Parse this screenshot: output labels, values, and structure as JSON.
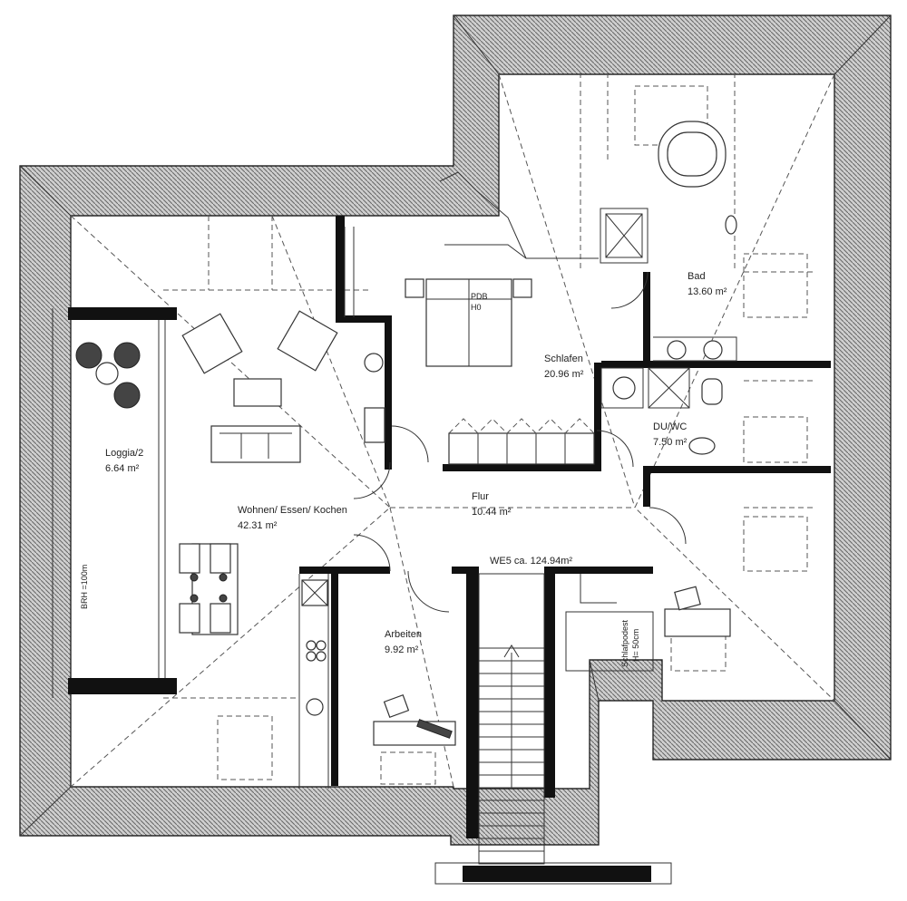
{
  "rooms": {
    "loggia": {
      "name": "Loggia/2",
      "area": "6.64 m²"
    },
    "wohnen": {
      "name": "Wohnen/ Essen/ Kochen",
      "area": "42.31 m²"
    },
    "schlafen": {
      "name": "Schlafen",
      "area": "20.96 m²"
    },
    "bad": {
      "name": "Bad",
      "area": "13.60 m²"
    },
    "duwc": {
      "name": "DU/WC",
      "area": "7.50 m²"
    },
    "flur": {
      "name": "Flur",
      "area": "10.44 m²"
    },
    "arbeiten": {
      "name": "Arbeiten",
      "area": "9.92 m²"
    }
  },
  "unit": {
    "label": "WE5  ca. 124.94m²"
  },
  "annotations": {
    "brh": "BRH =100m",
    "bed_label_1": "PDB",
    "bed_label_2": "H0",
    "schlafpodest_1": "Schlafpodest",
    "schlafpodest_2": "H= 50cm"
  }
}
